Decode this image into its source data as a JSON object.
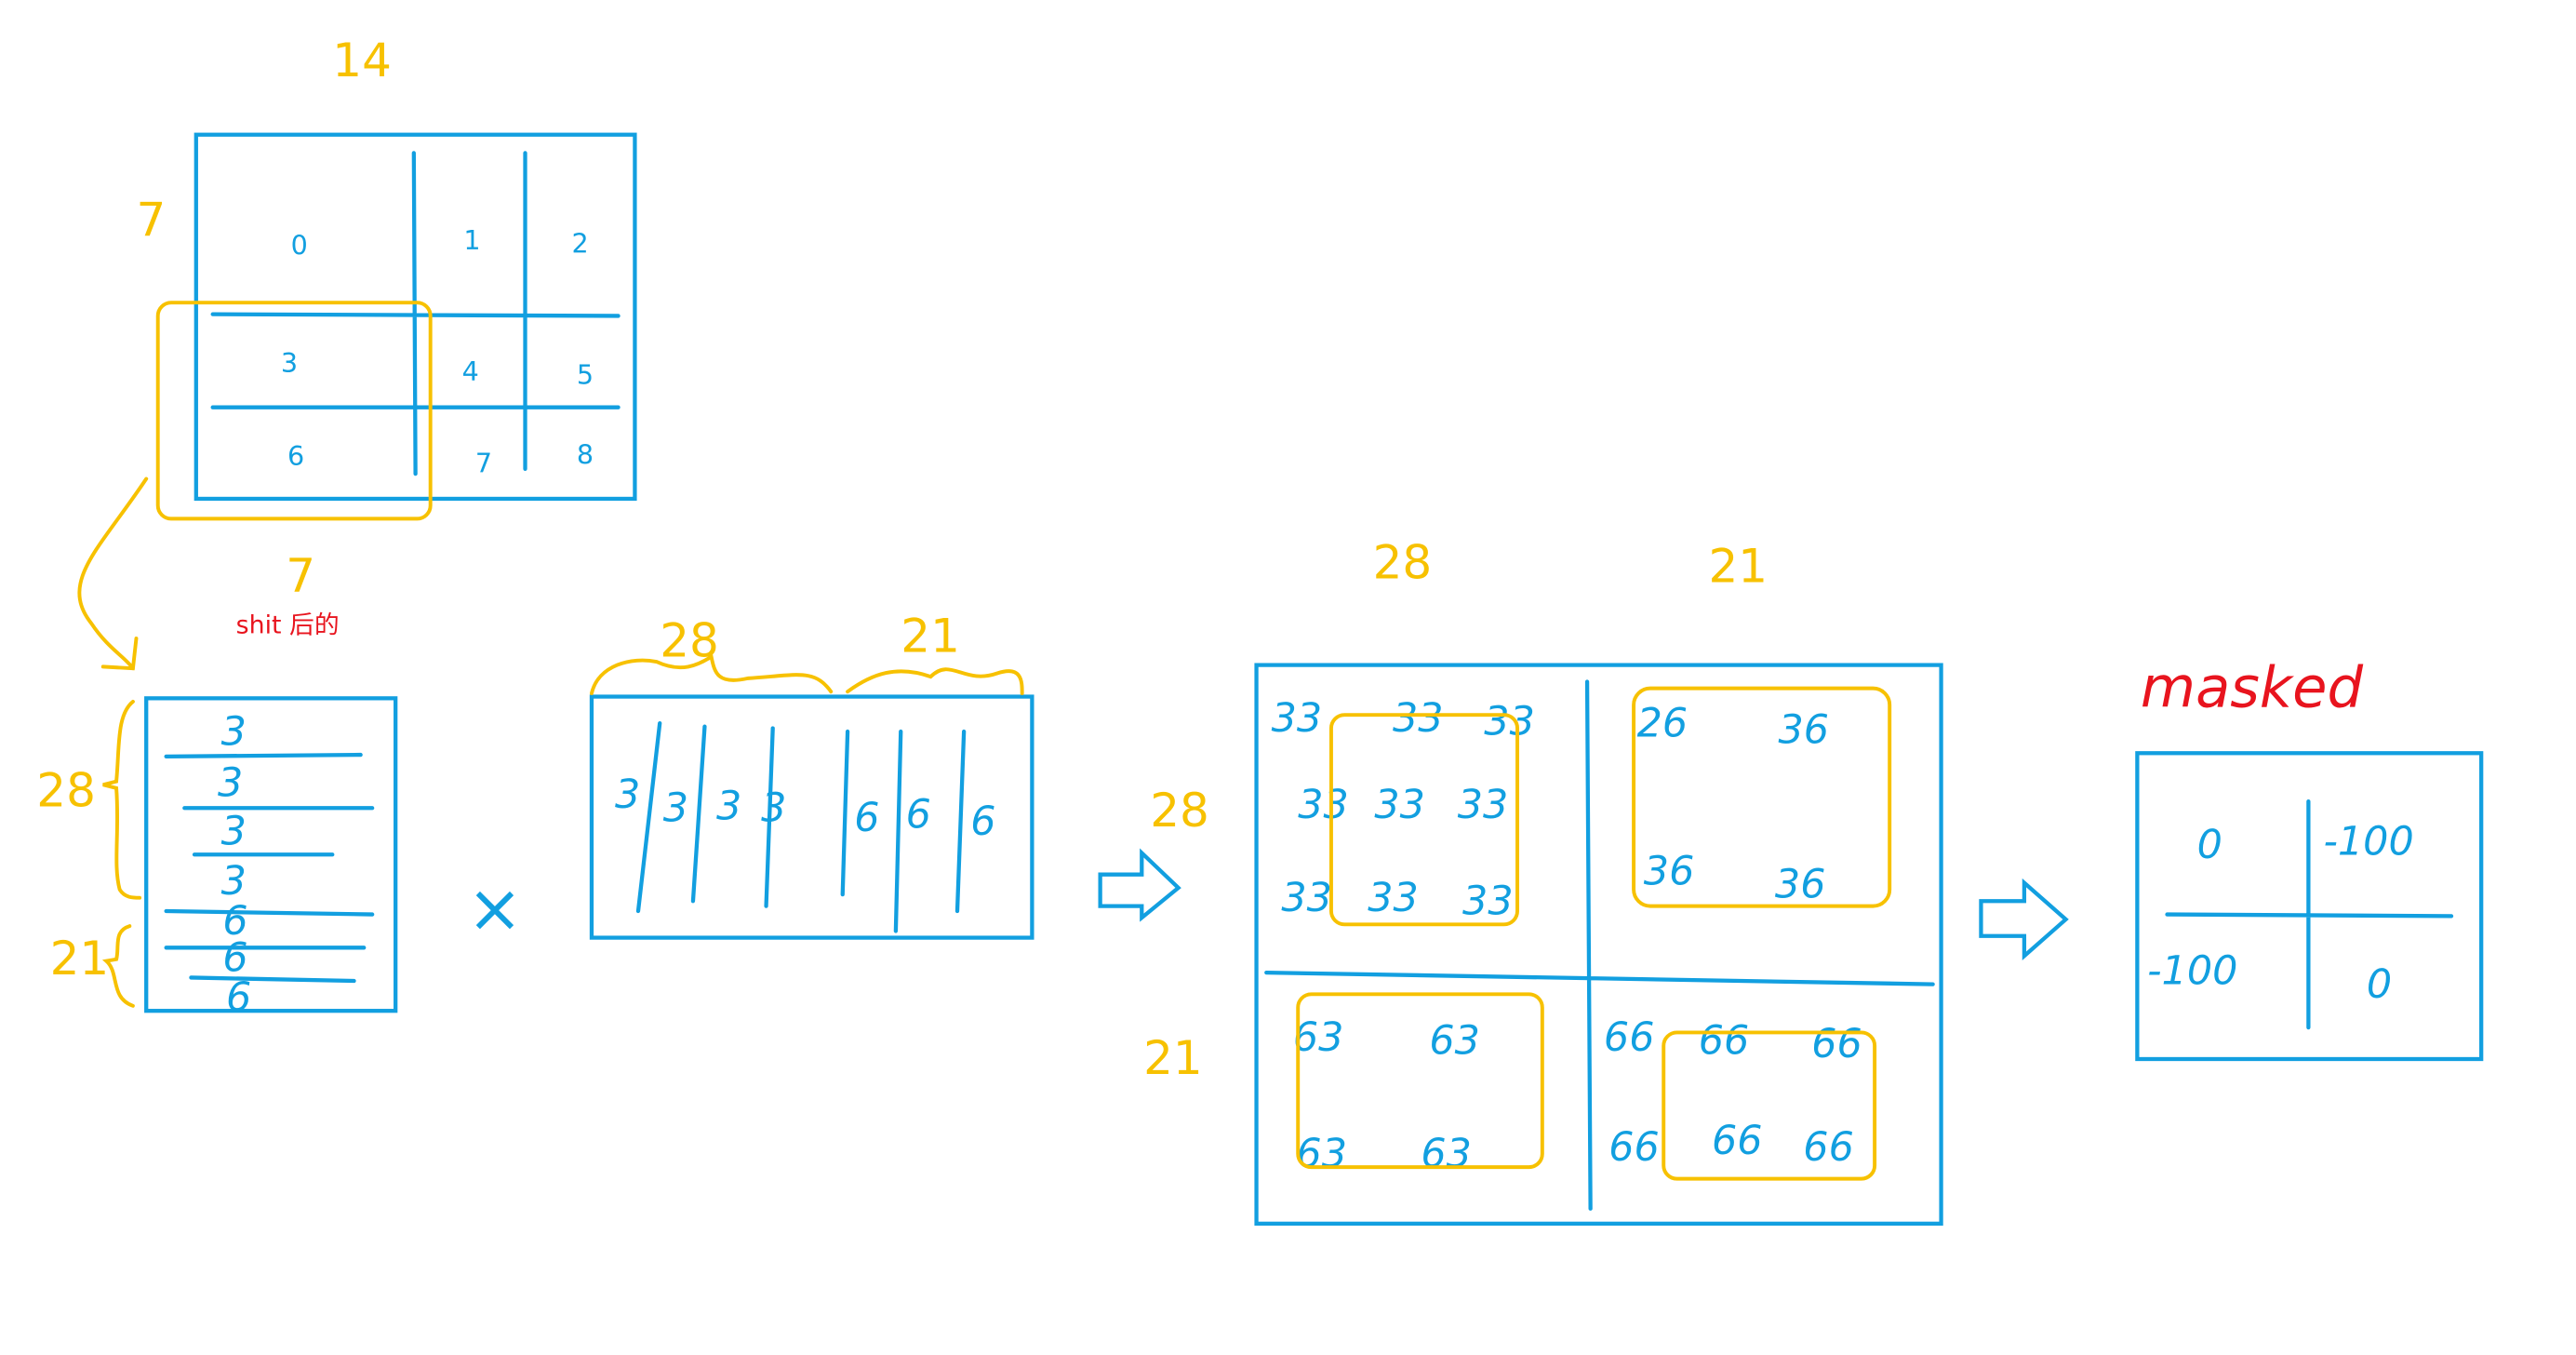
{
  "colors": {
    "matrix": "#129fe0",
    "highlight": "#f7c100",
    "annotation": "#e8141e"
  },
  "grid": {
    "top_label": "14",
    "left_label": "7",
    "bottom_label": "7",
    "cells": [
      "0",
      "1",
      "2",
      "3",
      "4",
      "5",
      "6",
      "7",
      "8"
    ]
  },
  "shift_label": "shit 后的",
  "left_matrix": {
    "rows": [
      "3",
      "3",
      "3",
      "3",
      "6",
      "6",
      "6"
    ],
    "brace_top": "28",
    "brace_bottom": "21"
  },
  "times": "×",
  "right_matrix": {
    "cols": [
      "3",
      "3",
      "3",
      "3",
      "6",
      "6",
      "6"
    ],
    "brace_left": "28",
    "brace_right": "21"
  },
  "product": {
    "top_labels": [
      "28",
      "21"
    ],
    "side_labels": [
      "28",
      "21"
    ],
    "top_left": [
      "33",
      "33",
      "33",
      "33",
      "33",
      "33",
      "33",
      "33",
      "33"
    ],
    "top_right": [
      "26",
      "36",
      "36",
      "36"
    ],
    "bottom_left": [
      "63",
      "63",
      "63",
      "63"
    ],
    "bottom_right": [
      "66",
      "66",
      "66",
      "66",
      "66",
      "66"
    ]
  },
  "masked": {
    "label": "masked",
    "cells": [
      "0",
      "-100",
      "-100",
      "0"
    ]
  },
  "icons": [
    "curved-arrow",
    "right-hollow-arrow",
    "right-hollow-arrow"
  ]
}
